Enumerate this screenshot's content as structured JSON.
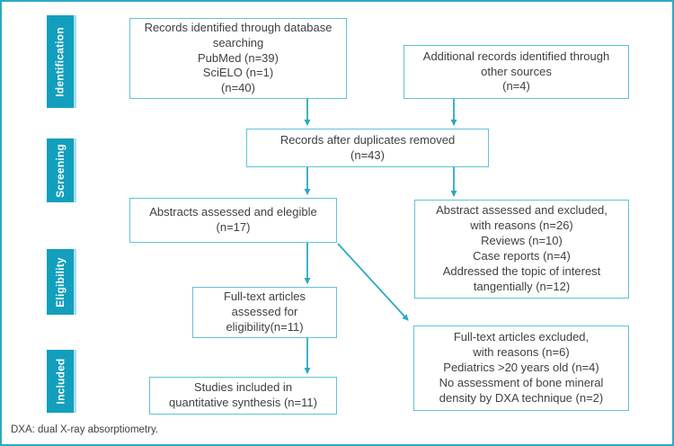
{
  "figure": {
    "footnote": "DXA: dual X-ray absorptiometry."
  },
  "sidebar": {
    "stages": [
      {
        "label": "Identification"
      },
      {
        "label": "Screening"
      },
      {
        "label": "Eligibility"
      },
      {
        "label": "Included"
      }
    ]
  },
  "boxes": {
    "records_identified": {
      "lines": [
        "Records identified through database",
        "searching",
        "PubMed (n=39)",
        "SciELO (n=1)",
        "(n=40)"
      ]
    },
    "additional_records": {
      "lines": [
        "Additional records identified through",
        "other sources",
        "(n=4)"
      ]
    },
    "duplicates_removed": {
      "lines": [
        "Records after duplicates removed",
        "(n=43)"
      ]
    },
    "abstracts_eligible": {
      "lines": [
        "Abstracts assessed and elegible",
        "(n=17)"
      ]
    },
    "abstracts_excluded": {
      "lines": [
        "Abstract assessed and excluded,",
        "with reasons (n=26)",
        "Reviews (n=10)",
        "Case reports (n=4)",
        "Addressed the topic of interest",
        "tangentially (n=12)"
      ]
    },
    "fulltext_assessed": {
      "lines": [
        "Full-text articles",
        "assessed for",
        "eligibility(n=11)"
      ]
    },
    "fulltext_excluded": {
      "lines": [
        "Full-text articles excluded,",
        "with reasons (n=6)",
        "Pediatrics >20 years old (n=4)",
        "No assessment of bone mineral",
        "density by DXA technique (n=2)"
      ]
    },
    "studies_included": {
      "lines": [
        "Studies included in",
        "quantitative synthesis (n=11)"
      ]
    }
  },
  "colors": {
    "stage_fill": "#129fbd",
    "stage_highlight": "#a9dde9",
    "outer_border": "#2baac5",
    "box_border": "#5fc3d8",
    "arrow": "#29a9c4",
    "text": "#3f4043"
  }
}
